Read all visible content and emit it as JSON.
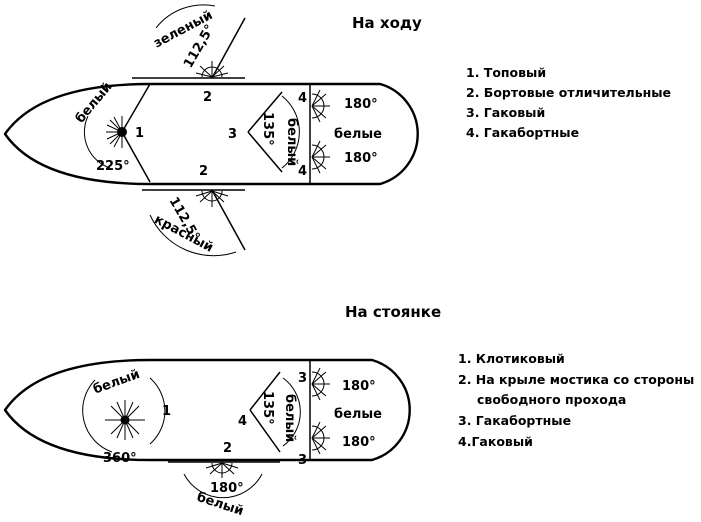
{
  "underway": {
    "title": "На ходу",
    "legend": [
      "1. Топовый",
      "2. Бортовые отличительные",
      "3. Гаковый",
      "4. Гакабортные"
    ],
    "labels": {
      "green": "зеленый",
      "red": "красный",
      "white_masthead": "белый",
      "white_stern": "белый",
      "white_pair": "белые"
    },
    "angles": {
      "masthead": "225°",
      "side_top": "112,5°",
      "side_bottom": "112,5°",
      "towing": "135°",
      "stern_top": "180°",
      "stern_bottom": "180°"
    },
    "numbers": {
      "n1": "1",
      "n2_top": "2",
      "n2_bottom": "2",
      "n3": "3",
      "n4_top": "4",
      "n4_bottom": "4"
    }
  },
  "anchored": {
    "title": "На стоянке",
    "legend": [
      "1. Клотиковый",
      "2. На крыле мостика со стороны",
      "свободного прохода",
      "3. Гакабортные",
      "4.Гаковый"
    ],
    "labels": {
      "white_top": "белый",
      "white_stern": "белый",
      "white_bridge": "белый",
      "white_pair": "белые"
    },
    "angles": {
      "masthead": "360°",
      "towing": "135°",
      "bridge": "180°",
      "stern_top": "180°",
      "stern_bottom": "180°"
    },
    "numbers": {
      "n1": "1",
      "n2": "2",
      "n3_top": "3",
      "n3_bottom": "3",
      "n4": "4"
    }
  }
}
